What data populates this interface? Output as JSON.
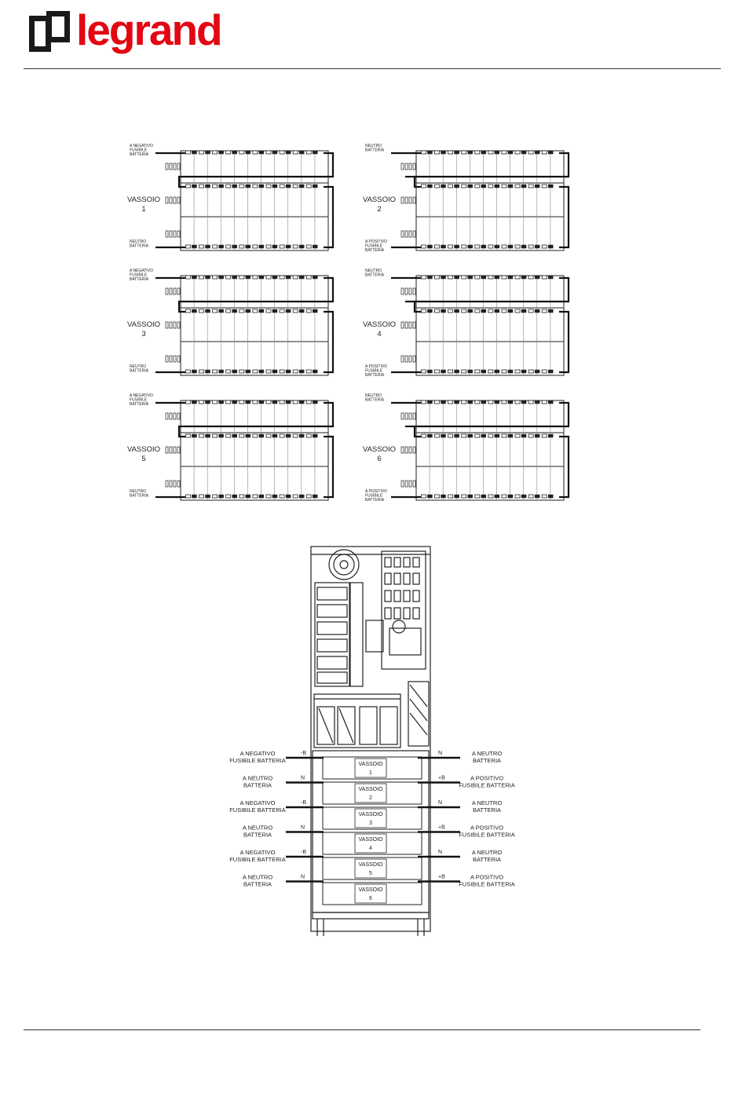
{
  "brand": {
    "name": "legrand",
    "color": "#e30613"
  },
  "trays": [
    {
      "vassoio": "VASSOIO",
      "num": "1",
      "top_label": [
        "A NEGATIVO",
        "FUSIBILE",
        "BATTERIA"
      ],
      "bottom_label": [
        "NEUTRO",
        "BATTERIA"
      ]
    },
    {
      "vassoio": "VASSOIO",
      "num": "2",
      "top_label": [
        "NEUTRO",
        "BATTERIA"
      ],
      "bottom_label": [
        "A POSITIVO",
        "FUSIBILE",
        "BATTERIA"
      ]
    },
    {
      "vassoio": "VASSOIO",
      "num": "3",
      "top_label": [
        "A NEGATIVO",
        "FUSIBILE",
        "BATTERIA"
      ],
      "bottom_label": [
        "NEUTRO",
        "BATTERIA"
      ]
    },
    {
      "vassoio": "VASSOIO",
      "num": "4",
      "top_label": [
        "NEUTRO",
        "BATTERIA"
      ],
      "bottom_label": [
        "A POSITIVO",
        "FUSIBILE",
        "BATTERIA"
      ]
    },
    {
      "vassoio": "VASSOIO",
      "num": "5",
      "top_label": [
        "A NEGATIVO",
        "FUSIBILE",
        "BATTERIA"
      ],
      "bottom_label": [
        "NEUTRO",
        "BATTERIA"
      ]
    },
    {
      "vassoio": "VASSOIO",
      "num": "6",
      "top_label": [
        "NEUTRO",
        "BATTERIA"
      ],
      "bottom_label": [
        "A POSITIVO",
        "FUSIBILE",
        "BATTERIA"
      ]
    }
  ],
  "cabinet": {
    "rows": [
      {
        "left_text": [
          "A NEGATIVO",
          "FUSIBILE BATTERIA"
        ],
        "left_code": "-B",
        "right_text": [
          "A NEUTRO",
          "BATTERIA"
        ],
        "right_code": "N"
      },
      {
        "left_text": [
          "A NEUTRO",
          "BATTERIA"
        ],
        "left_code": "N",
        "right_text": [
          "A POSITIVO",
          "FUSIBILE BATTERIA"
        ],
        "right_code": "+B"
      },
      {
        "left_text": [
          "A NEGATIVO",
          "FUSIBILE BATTERIA"
        ],
        "left_code": "-B",
        "right_text": [
          "A NEUTRO",
          "BATTERIA"
        ],
        "right_code": "N"
      },
      {
        "left_text": [
          "A NEUTRO",
          "BATTERIA"
        ],
        "left_code": "N",
        "right_text": [
          "A POSITIVO",
          "FUSIBILE BATTERIA"
        ],
        "right_code": "+B"
      },
      {
        "left_text": [
          "A NEGATIVO",
          "FUSIBILE BATTERIA"
        ],
        "left_code": "-B",
        "right_text": [
          "A NEUTRO",
          "BATTERIA"
        ],
        "right_code": "N"
      },
      {
        "left_text": [
          "A NEUTRO",
          "BATTERIA"
        ],
        "left_code": "N",
        "right_text": [
          "A POSITIVO",
          "FUSIBILE BATTERIA"
        ],
        "right_code": "+B"
      }
    ],
    "slots": [
      {
        "vassoio": "VASSOIO",
        "num": "1"
      },
      {
        "vassoio": "VASSOIO",
        "num": "2"
      },
      {
        "vassoio": "VASSOIO",
        "num": "3"
      },
      {
        "vassoio": "VASSOIO",
        "num": "4"
      },
      {
        "vassoio": "VASSOIO",
        "num": "5"
      },
      {
        "vassoio": "VASSOIO",
        "num": "6"
      }
    ]
  }
}
